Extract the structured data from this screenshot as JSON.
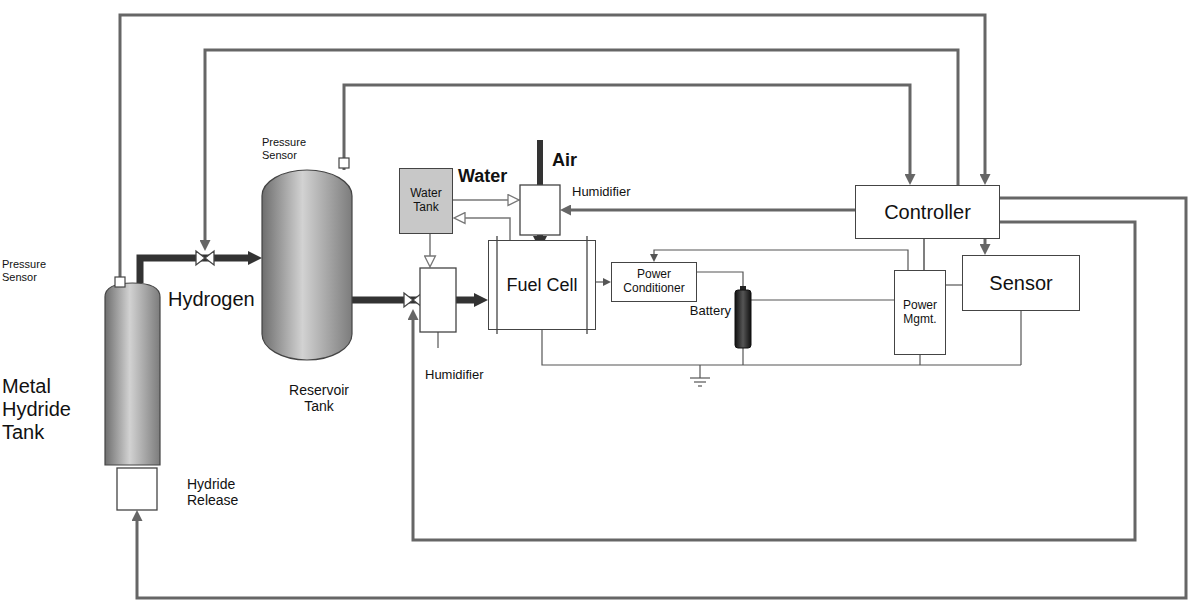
{
  "diagram": {
    "nodes": [
      {
        "text": [
          "Metal Hydride Tank"
        ]
      },
      {
        "text": [
          "Hydride Release"
        ]
      },
      {
        "text": [
          "Reservoir Tank"
        ]
      },
      {
        "text": [
          "Water Tank"
        ]
      },
      {
        "text": [
          "Humidifier"
        ]
      },
      {
        "text": [
          "Humidifier"
        ]
      },
      {
        "text": [
          "Fuel Cell"
        ]
      },
      {
        "text": [
          "Power Conditioner"
        ]
      },
      {
        "text": [
          "Battery"
        ]
      },
      {
        "text": [
          "Power Mgmt."
        ]
      },
      {
        "text": [
          "Sensor"
        ]
      },
      {
        "text": [
          "Controller"
        ]
      }
    ],
    "edges": [
      {
        "from": 0,
        "to": 2,
        "arrow": "to",
        "label": "Hydrogen"
      },
      {
        "from": 2,
        "to": 5,
        "arrow": "none"
      },
      {
        "from": 5,
        "to": 6,
        "arrow": "to"
      },
      {
        "from": 3,
        "to": 4,
        "arrow": "to"
      },
      {
        "from": 3,
        "to": 5,
        "arrow": "to"
      },
      {
        "from": 6,
        "to": 3,
        "arrow": "to"
      },
      {
        "from": 4,
        "to": 6,
        "arrow": "to"
      },
      {
        "from": 6,
        "to": 7,
        "arrow": "to"
      },
      {
        "from": 7,
        "to": 8,
        "arrow": "none"
      },
      {
        "from": 8,
        "to": 9,
        "arrow": "none"
      },
      {
        "from": 9,
        "to": 7,
        "arrow": "to"
      },
      {
        "from": 11,
        "to": 9,
        "arrow": "none"
      },
      {
        "from": 9,
        "to": 10,
        "arrow": "none"
      },
      {
        "from": 11,
        "to": 10,
        "arrow": "to"
      },
      {
        "from": 11,
        "to": 4,
        "arrow": "to"
      },
      {
        "from": 0,
        "to": 11,
        "arrow": "to"
      },
      {
        "from": 2,
        "to": 11,
        "arrow": "to"
      },
      {
        "from": 11,
        "to": 1,
        "arrow": "to"
      }
    ],
    "labels": [
      "Pressure Sensor",
      "Pressure Sensor",
      "Water",
      "Air"
    ]
  }
}
